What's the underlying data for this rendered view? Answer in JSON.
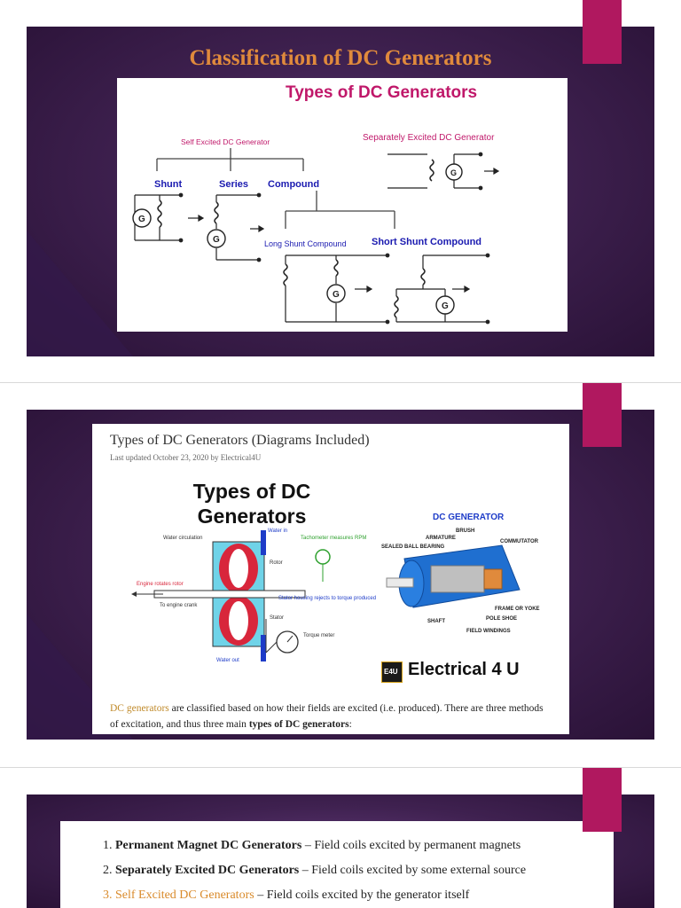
{
  "slide1": {
    "title": "Classification of DC Generators",
    "diagram": {
      "heading": "Types of DC Generators",
      "self_excited": "Self Excited DC Generator",
      "separately_excited": "Separately Excited DC Generator",
      "shunt": "Shunt",
      "series": "Series",
      "compound": "Compound",
      "long_shunt": "Long Shunt Compound",
      "short_shunt": "Short Shunt Compound",
      "g_label": "G"
    }
  },
  "slide2": {
    "article_title": "Types of DC Generators (Diagrams Included)",
    "article_meta": "Last updated October 23, 2020 by Electrical4U",
    "image_title": "Types of DC Generators",
    "left_labels": {
      "water_in": "Water in",
      "tachometer": "Tachometer measures RPM",
      "water_circulation": "Water circulation",
      "rotor": "Rotor",
      "engine_rotates": "Engine rotates rotor",
      "to_engine": "To engine crank",
      "stator_housing": "Stator housing rejects to torque produced",
      "stator": "Stator",
      "torque_meter": "Torque meter",
      "water_out": "Water out"
    },
    "right_labels": {
      "title": "DC GENERATOR",
      "brush": "BRUSH",
      "armature": "ARMATURE",
      "commutator": "COMMUTATOR",
      "sealed_ball": "SEALED BALL BEARING",
      "frame": "FRAME OR YOKE",
      "pole_shoe": "POLE SHOE",
      "shaft": "SHAFT",
      "field_windings": "FIELD WINDINGS"
    },
    "brand_badge": "E4U",
    "brand_text": "Electrical 4 U",
    "para": {
      "link": "DC generators",
      "text1": " are classified based on how their fields are excited (i.e. produced). There are three methods of excitation, and thus three main ",
      "bold": "types of DC generators",
      "text2": ":"
    }
  },
  "slide3": {
    "items": [
      {
        "num": "1. ",
        "name": "Permanent Magnet DC Generators",
        "desc": " – Field coils excited by permanent magnets"
      },
      {
        "num": "2. ",
        "name": "Separately Excited DC Generators",
        "desc": " – Field coils excited by some external source"
      },
      {
        "num": "3. ",
        "name": "Self Excited DC Generators",
        "desc": " – Field coils excited by the generator itself"
      }
    ]
  },
  "colors": {
    "slide_bg": "#3f2150",
    "accent": "#b0185f",
    "title_orange": "#e08a3c",
    "diagram_blue": "#1a1ab0",
    "diagram_magenta": "#c0186a"
  }
}
